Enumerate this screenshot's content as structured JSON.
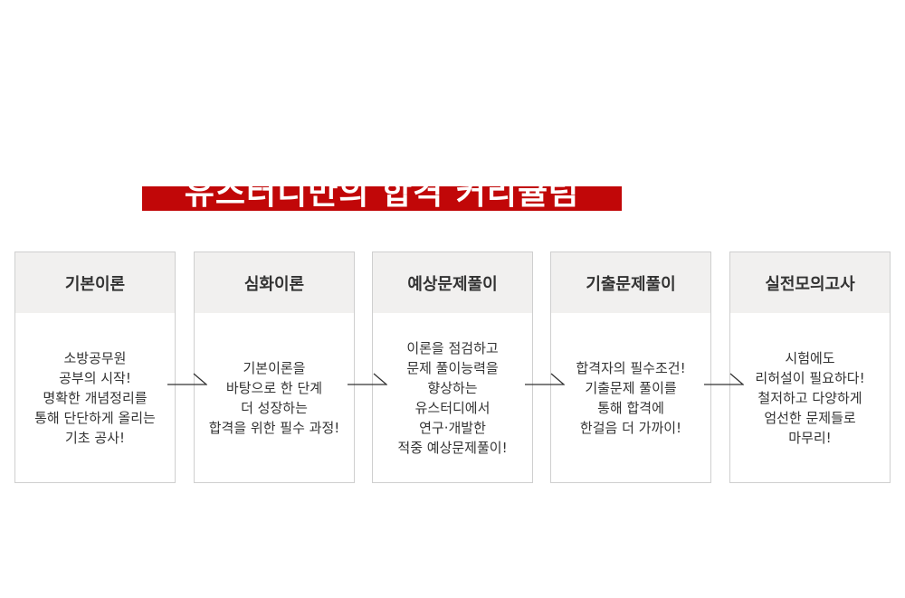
{
  "banner": {
    "title": "유스터디만의 합격 커리큘럼",
    "color": "#c10708"
  },
  "steps": [
    {
      "title": "기본이론",
      "desc": "소방공무원\n공부의 시작!\n명확한 개념정리를\n통해 단단하게 올리는\n기초 공사!"
    },
    {
      "title": "심화이론",
      "desc": "기본이론을\n바탕으로 한 단계\n더 성장하는\n합격을 위한 필수 과정!"
    },
    {
      "title": "예상문제풀이",
      "desc": "이론을 점검하고\n문제 풀이능력을\n향상하는\n유스터디에서\n연구·개발한\n적중 예상문제풀이!"
    },
    {
      "title": "기출문제풀이",
      "desc": "합격자의 필수조건!\n기출문제 풀이를\n통해 합격에\n한걸음 더 가까이!"
    },
    {
      "title": "실전모의고사",
      "desc": "시험에도\n리허설이 필요하다!\n철저하고 다양하게\n엄선한 문제들로\n마무리!"
    }
  ]
}
